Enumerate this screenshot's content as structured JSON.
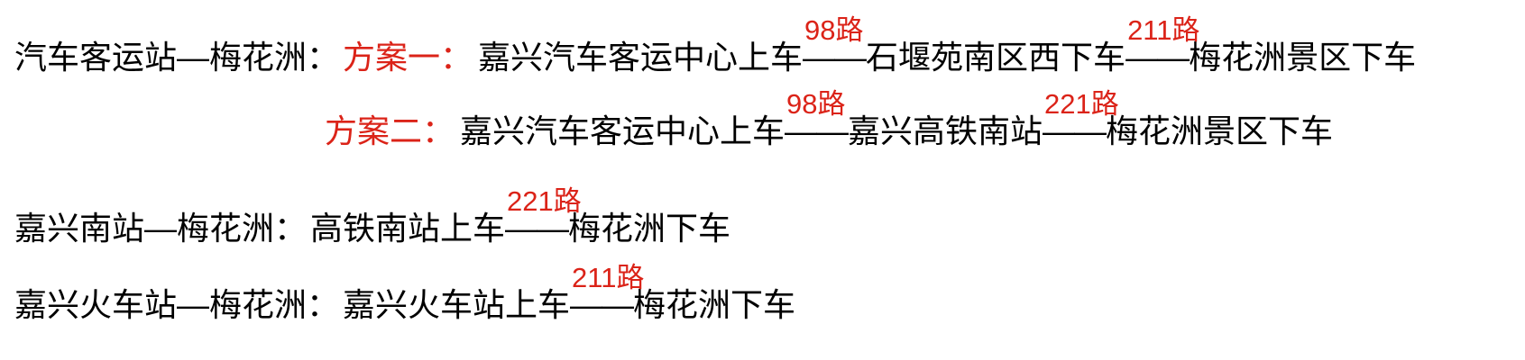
{
  "page": {
    "background": "#ffffff",
    "text_color": "#000000",
    "accent_color": "#db2318"
  },
  "routes": [
    {
      "name": "bus-terminal-to-meihuazhou",
      "prefix": "汽车客运站—梅花洲：",
      "plans": [
        {
          "label": "方案一：",
          "segments": [
            {
              "text": "嘉兴汽车客运中心上车"
            },
            {
              "bus": "98路",
              "dash": "——"
            },
            {
              "text": "石堰苑南区西下车"
            },
            {
              "bus": "211路",
              "dash": "——"
            },
            {
              "text": "梅花洲景区下车"
            }
          ]
        },
        {
          "label": "方案二：",
          "segments": [
            {
              "text": "嘉兴汽车客运中心上车"
            },
            {
              "bus": "98路",
              "dash": "——"
            },
            {
              "text": "嘉兴高铁南站"
            },
            {
              "bus": "221路",
              "dash": "——"
            },
            {
              "text": "梅花洲景区下车"
            }
          ]
        }
      ]
    },
    {
      "name": "jiaxing-south-station-to-meihuazhou",
      "prefix": "嘉兴南站—梅花洲：",
      "plans": [
        {
          "label": "",
          "segments": [
            {
              "text": "高铁南站上车"
            },
            {
              "bus": "221路",
              "dash": "——"
            },
            {
              "text": "梅花洲下车"
            }
          ]
        }
      ]
    },
    {
      "name": "jiaxing-railway-station-to-meihuazhou",
      "prefix": "嘉兴火车站—梅花洲：",
      "plans": [
        {
          "label": "",
          "segments": [
            {
              "text": "嘉兴火车站上车"
            },
            {
              "bus": "211路",
              "dash": "——"
            },
            {
              "text": "梅花洲下车"
            }
          ]
        }
      ]
    }
  ]
}
